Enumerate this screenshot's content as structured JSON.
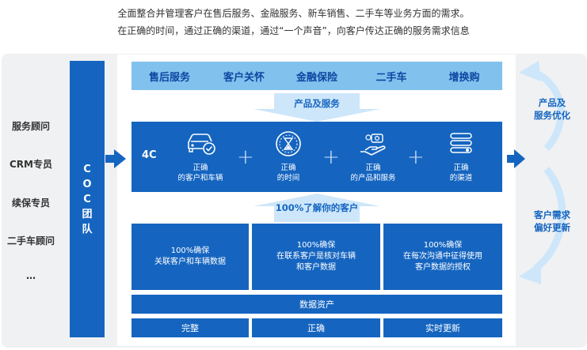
{
  "intro": {
    "line1": "全面整合并管理客户在售后服务、金融服务、新车销售、二手车等业务方面的需求。",
    "line2": "在正确的时间，通过正确的渠道，通过“一个声音”，向客户传达正确的服务需求信息"
  },
  "roles": [
    "服务顾问",
    "CRM专员",
    "续保专员",
    "二手车顾问",
    "…"
  ],
  "coc_team": [
    "C",
    "O",
    "C",
    "团",
    "队"
  ],
  "services": [
    "售后服务",
    "客户关怀",
    "金融保险",
    "二手车",
    "增换购"
  ],
  "products_services_label": "产品及服务",
  "four_c": {
    "label": "4C",
    "items": [
      {
        "icon": "car-check-icon",
        "line1": "正确",
        "line2": "的客户和车辆"
      },
      {
        "icon": "clock-hourglass-icon",
        "line1": "正确",
        "line2": "的时间"
      },
      {
        "icon": "hand-service-icon",
        "line1": "正确",
        "line2": "的产品和服务"
      },
      {
        "icon": "channel-toggle-icon",
        "line1": "正确",
        "line2": "的渠道"
      }
    ],
    "plus": "+"
  },
  "understand_label": "100%了解你的客户",
  "boxes": [
    {
      "line1": "100%确保",
      "line2": "关联客户和车辆数据",
      "line3": ""
    },
    {
      "line1": "100%确保",
      "line2": "在联系客户是核对车辆",
      "line3": "和客户数据"
    },
    {
      "line1": "100%确保",
      "line2": "在每次沟通中征得使用",
      "line3": "客户数据的授权"
    }
  ],
  "data_assets": "数据资产",
  "qualities": [
    "完整",
    "正确",
    "实时更新"
  ],
  "right": {
    "top_line1": "产品及",
    "top_line2": "服务优化",
    "bottom_line1": "客户需求",
    "bottom_line2": "偏好更新"
  },
  "colors": {
    "primary": "#1565c0",
    "light_band": "#81c1ee",
    "arrow_light": "#cde6fa",
    "text_dark_blue": "#0d47a1"
  }
}
